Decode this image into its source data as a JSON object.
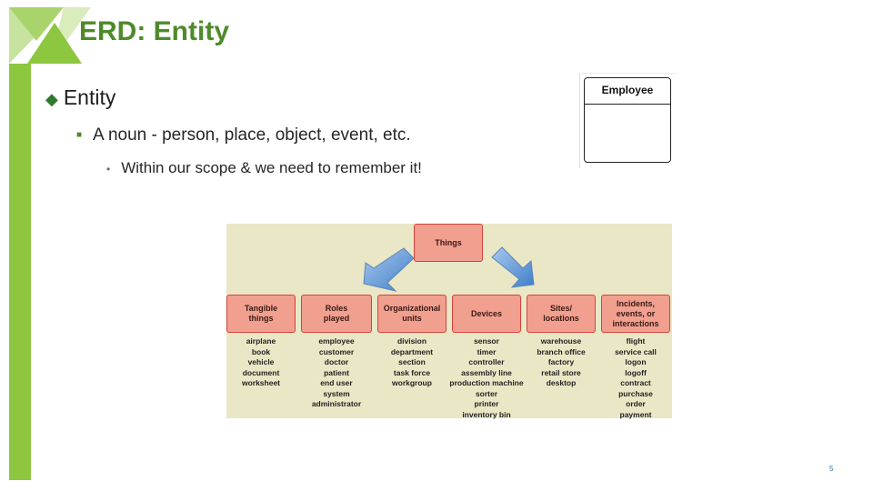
{
  "slide": {
    "title": "ERD: Entity",
    "page_number": "5",
    "accent_color": "#4f8a2a",
    "bullets": [
      {
        "level": 1,
        "marker": "diamond",
        "text": "Entity"
      },
      {
        "level": 2,
        "marker": "square",
        "text": "A noun - person, place, object, event, etc."
      },
      {
        "level": 3,
        "marker": "dot",
        "text": "Within our scope & we need to remember it!"
      }
    ]
  },
  "entity_box": {
    "name": "Employee"
  },
  "diagram": {
    "root": "Things",
    "categories": [
      {
        "label": "Tangible\nthings",
        "items": [
          "airplane",
          "book",
          "vehicle",
          "document",
          "worksheet"
        ]
      },
      {
        "label": "Roles\nplayed",
        "items": [
          "employee",
          "customer",
          "doctor",
          "patient",
          "end user",
          "system",
          "administrator"
        ]
      },
      {
        "label": "Organizational\nunits",
        "items": [
          "division",
          "department",
          "section",
          "task force",
          "workgroup"
        ]
      },
      {
        "label": "Devices",
        "items": [
          "sensor",
          "timer",
          "controller",
          "assembly line",
          "production machine",
          "sorter",
          "printer",
          "inventory bin"
        ]
      },
      {
        "label": "Sites/\nlocations",
        "items": [
          "warehouse",
          "branch office",
          "factory",
          "retail store",
          "desktop"
        ]
      },
      {
        "label": "Incidents,\nevents, or\ninteractions",
        "items": [
          "flight",
          "service call",
          "logon",
          "logoff",
          "contract",
          "purchase",
          "order",
          "payment"
        ]
      }
    ]
  }
}
